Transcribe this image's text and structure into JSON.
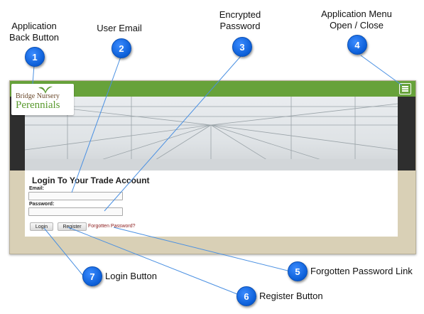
{
  "callouts": {
    "c1": {
      "number": "1",
      "line1": "Application",
      "line2": "Back Button"
    },
    "c2": {
      "number": "2",
      "line1": "User Email"
    },
    "c3": {
      "number": "3",
      "line1": "Encrypted",
      "line2": "Password"
    },
    "c4": {
      "number": "4",
      "line1": "Application Menu",
      "line2": "Open / Close"
    },
    "c5": {
      "number": "5",
      "line1": "Forgotten Password Link"
    },
    "c6": {
      "number": "6",
      "line1": "Register Button"
    },
    "c7": {
      "number": "7",
      "line1": "Login Button"
    }
  },
  "app": {
    "logo_line1": "Bridge Nursery",
    "logo_line2": "Perennials",
    "menu_icon": "hamburger-icon"
  },
  "login": {
    "title": "Login To Your Trade Account",
    "email_label": "Email:",
    "email_value": "",
    "password_label": "Password:",
    "password_value": "",
    "login_label": "Login",
    "register_label": "Register",
    "forgot_label": "Forgotten Password?"
  },
  "colors": {
    "topbar": "#67a23a",
    "badge": "#0b5ed7",
    "leader": "#4a90e2",
    "forgot_link": "#8b1a1a"
  }
}
